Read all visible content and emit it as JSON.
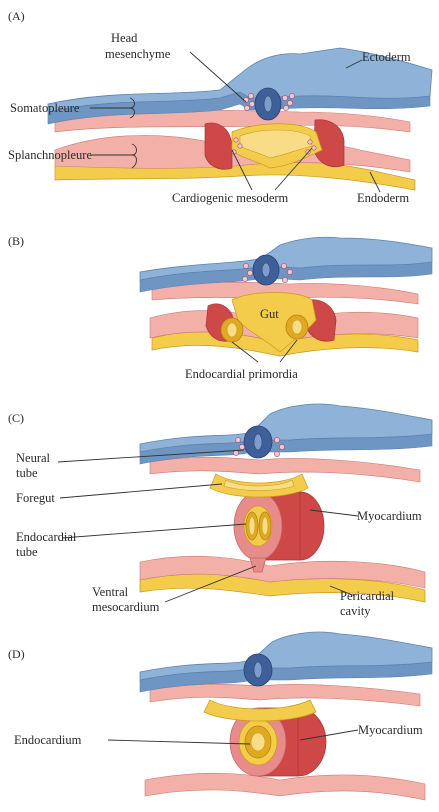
{
  "panels": [
    {
      "id": "A",
      "label": "(A)"
    },
    {
      "id": "B",
      "label": "(B)"
    },
    {
      "id": "C",
      "label": "(C)"
    },
    {
      "id": "D",
      "label": "(D)"
    }
  ],
  "labels": {
    "a_head": "Head",
    "a_mesenchyme": "mesenchyme",
    "a_ectoderm": "Ectoderm",
    "a_somatopleure": "Somatopleure",
    "a_splanchnopleure": "Splanchnopleure",
    "a_cardiogenic": "Cardiogenic mesoderm",
    "a_endoderm": "Endoderm",
    "b_gut": "Gut",
    "b_endocardial_primordia": "Endocardial primordia",
    "c_neural_1": "Neural",
    "c_neural_2": "tube",
    "c_foregut": "Foregut",
    "c_myocardium": "Myocardium",
    "c_endocardial_1": "Endocardial",
    "c_endocardial_2": "tube",
    "c_ventral_1": "Ventral",
    "c_ventral_2": "mesocardium",
    "c_pericardial_1": "Pericardial",
    "c_pericardial_2": "cavity",
    "d_endocardium": "Endocardium",
    "d_myocardium": "Myocardium"
  },
  "colors": {
    "ectoderm": "#8fb2d8",
    "mesoderm": "#e88b8b",
    "endoderm": "#f4cc4c",
    "neural_tube": "#3f5f98",
    "myocardium": "#cf4848"
  }
}
